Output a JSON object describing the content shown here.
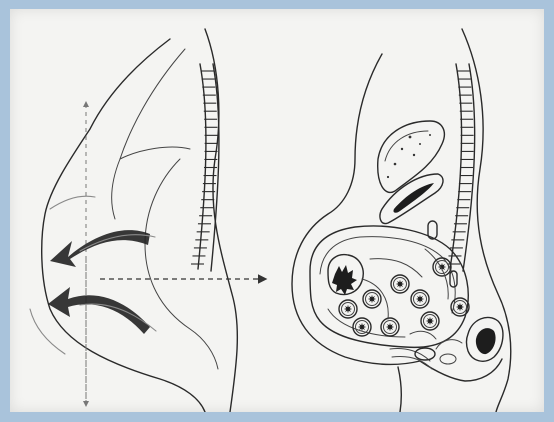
{
  "figure": {
    "left_panel": {
      "outline": "sagittal-torso-outline",
      "arrows": [
        "curved-arrow-upper",
        "curved-arrow-lower"
      ],
      "axes": [
        "vertical-axis-dashed",
        "horizontal-axis-dashed"
      ]
    },
    "right_panel": {
      "outline": "cross-section-outline",
      "small_organs": 9,
      "features": [
        "upper-organ",
        "lower-left-organ",
        "lower-right-organ",
        "vessel-cluster"
      ]
    },
    "colors": {
      "frame": "#a9c3db",
      "paper": "#f4f4f2",
      "ink": "#2a2a2a"
    }
  }
}
